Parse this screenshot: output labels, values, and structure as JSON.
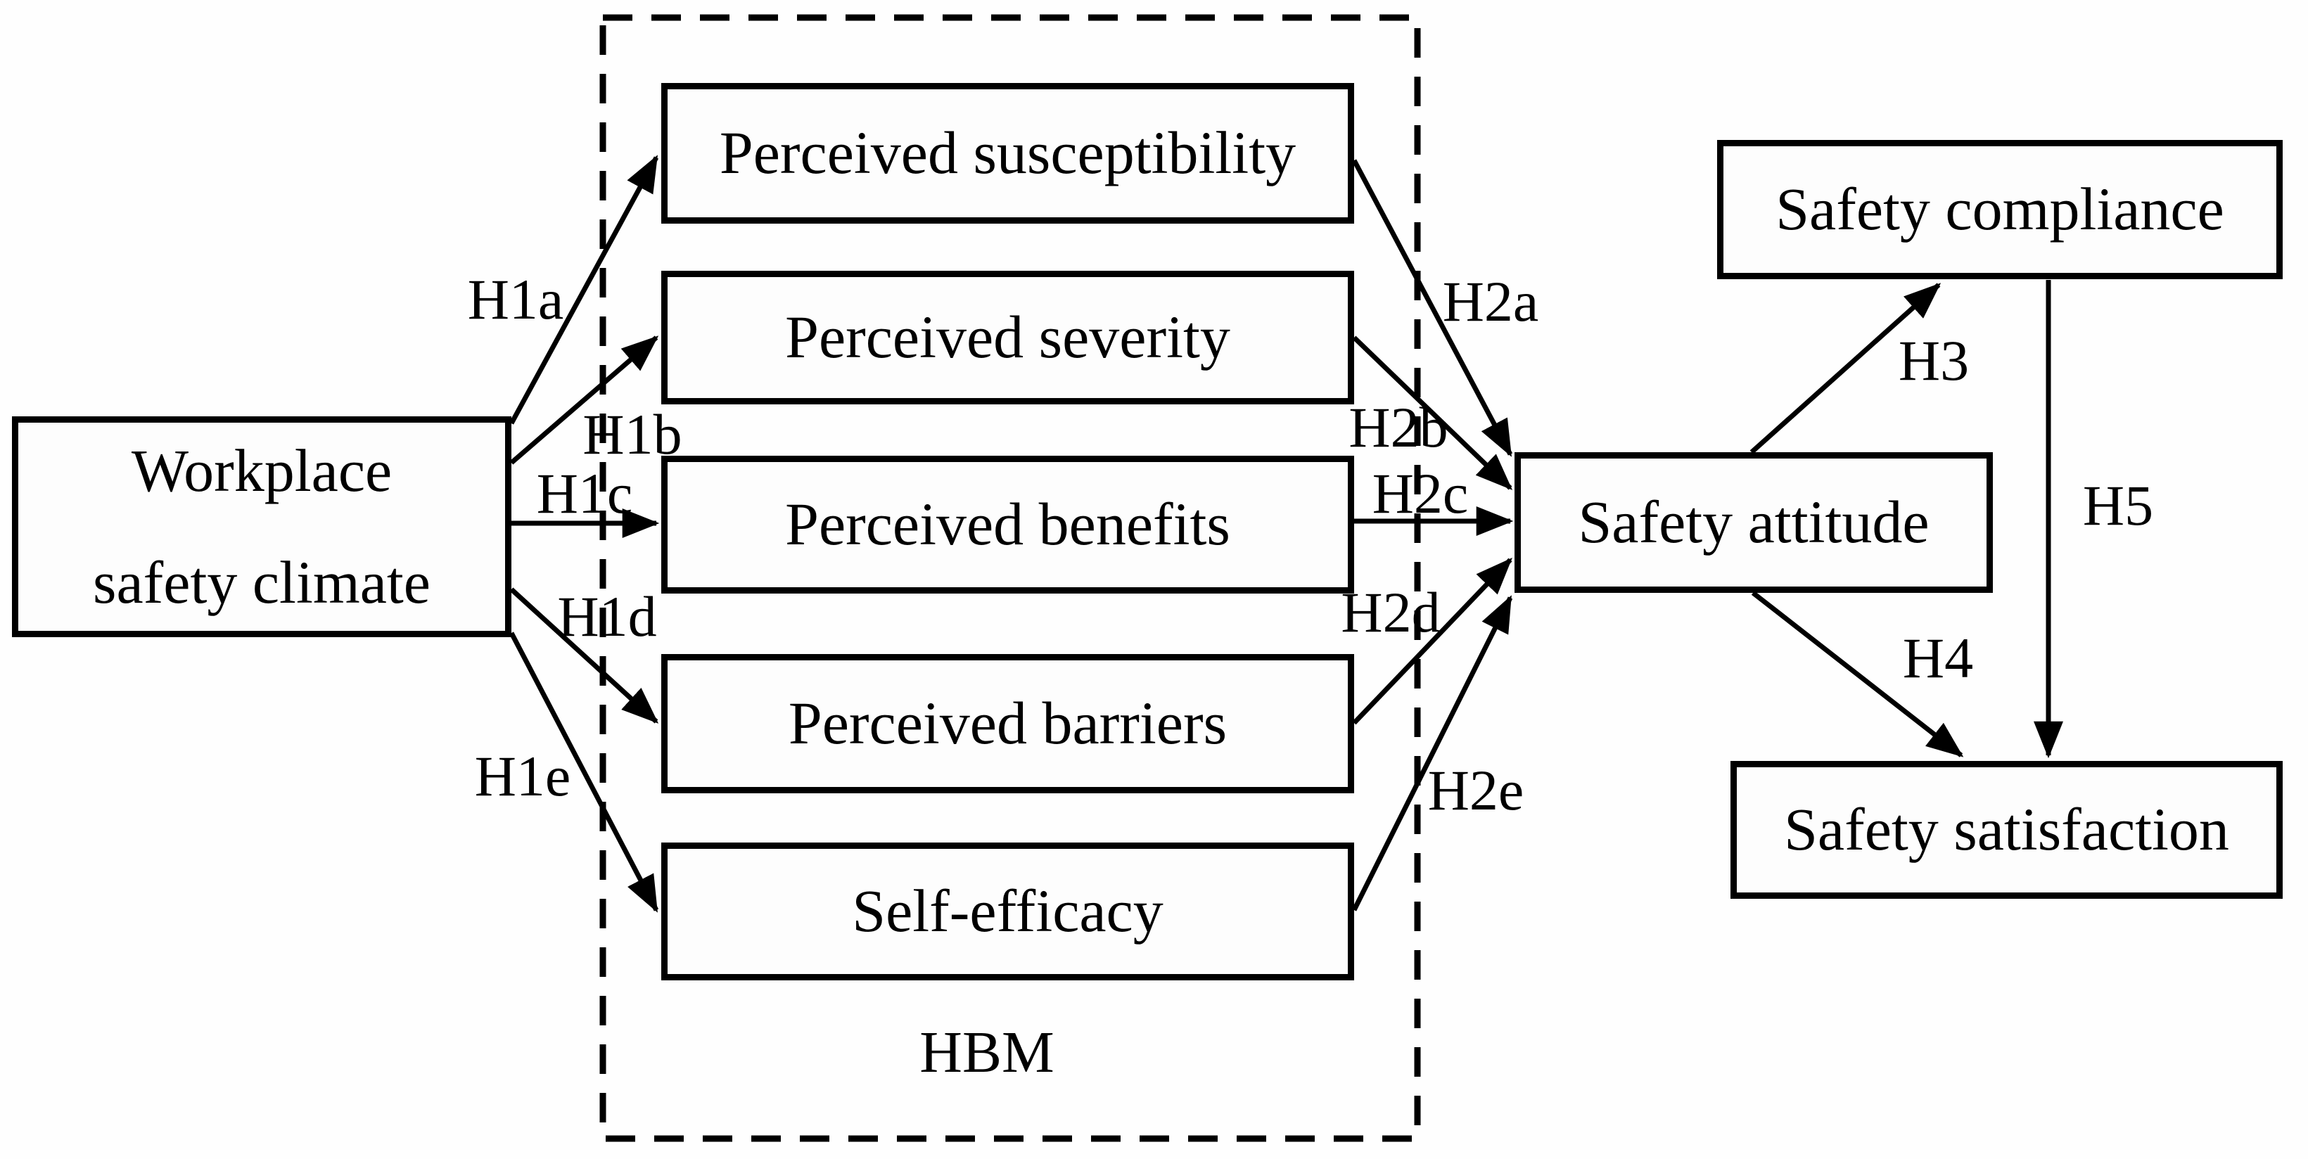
{
  "figure": {
    "background_color": "#fefefe",
    "line_color": "#000000",
    "text_color": "#000000",
    "group_box_label": "HBM",
    "nodes": {
      "workplace_safety_climate": {
        "lines": [
          "Workplace",
          "safety climate"
        ]
      },
      "perceived_susceptibility": {
        "label": "Perceived susceptibility"
      },
      "perceived_severity": {
        "label": "Perceived severity"
      },
      "perceived_benefits": {
        "label": "Perceived benefits"
      },
      "perceived_barriers": {
        "label": "Perceived barriers"
      },
      "self_efficacy": {
        "label": "Self-efficacy"
      },
      "safety_attitude": {
        "label": "Safety attitude"
      },
      "safety_compliance": {
        "label": "Safety compliance"
      },
      "safety_satisfaction": {
        "label": "Safety satisfaction"
      }
    },
    "hypothesis_labels": {
      "h1a": "H1a",
      "h1b": "H1b",
      "h1c": "H1c",
      "h1d": "H1d",
      "h1e": "H1e",
      "h2a": "H2a",
      "h2b": "H2b",
      "h2c": "H2c",
      "h2d": "H2d",
      "h2e": "H2e",
      "h3": "H3",
      "h4": "H4",
      "h5": "H5"
    }
  }
}
